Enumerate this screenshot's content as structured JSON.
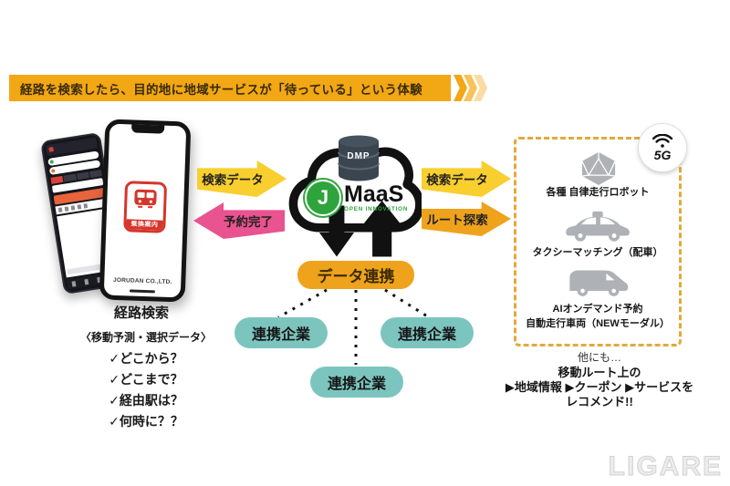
{
  "banner": {
    "text": "経路を検索したら、目的地に地域サービスが「待っている」という体験"
  },
  "phone": {
    "app_icon_label": "乗換案内",
    "brand": "JORUDAN CO.,LTD.",
    "caption": "経路検索",
    "data_header": "〈移動予測・選択データ〉",
    "checklist": [
      "✓どこから？",
      "✓どこまで？",
      "✓経由駅は？",
      "✓何時に？？"
    ]
  },
  "flows": {
    "search_data_left": "検索データ",
    "booking_done": "予約完了",
    "search_data_right": "検索データ",
    "route_search": "ルート探索"
  },
  "cloud": {
    "dmp": "DMP",
    "logo_j": "J",
    "logo_maas": "MaaS",
    "logo_sub": "OPEN INNOVATION"
  },
  "hub": {
    "label": "データ連携"
  },
  "partners": [
    "連携企業",
    "連携企業",
    "連携企業"
  ],
  "services": {
    "badge": "5G",
    "items": [
      {
        "icon": "autonomous-robot",
        "lines": [
          "各種 自律走行ロボット"
        ]
      },
      {
        "icon": "taxi",
        "lines": [
          "タクシーマッチング（配車）"
        ]
      },
      {
        "icon": "autonomous-van",
        "lines": [
          "AIオンデマンド予約",
          "自動走行車両（NEWモーダル）"
        ]
      }
    ],
    "more_intro": "他にも…",
    "more_lines": [
      "移動ルート上の",
      "▶地域情報 ▶クーポン ▶サービスを",
      "レコメンド!!"
    ]
  },
  "watermark": "LIGARE",
  "colors": {
    "banner_bg": "#F2A715",
    "banner_text": "#3A2B06",
    "yellow_arrow": "#F8CF2E",
    "pink_arrow": "#E9538F",
    "orange_arrow": "#EFA31C",
    "hub_bg": "#EFA31C",
    "partner_bg": "#7CC5BF",
    "logo_green": "#2EA43C",
    "icon_gray": "#A6AAAE",
    "dashed_border": "#E2A93D",
    "app_red": "#D5352B"
  }
}
